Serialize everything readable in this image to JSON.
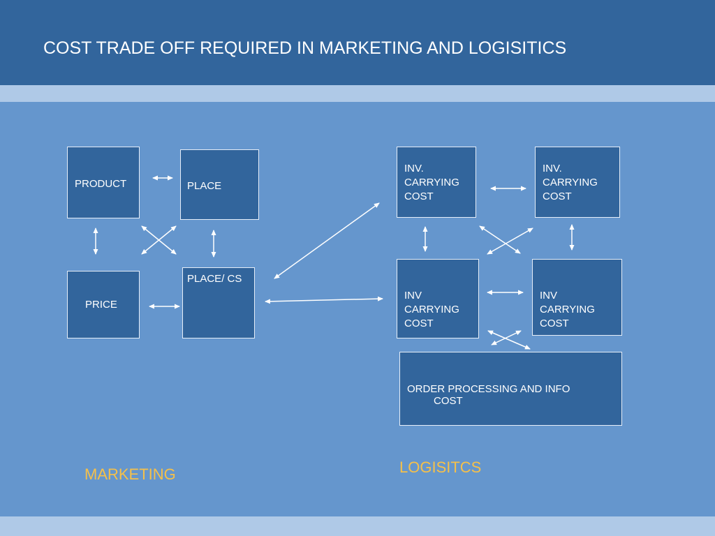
{
  "slide": {
    "title": "COST TRADE OFF REQUIRED IN MARKETING AND LOGISITICS"
  },
  "marketing": {
    "label": "MARKETING",
    "product": "PRODUCT",
    "place": "PLACE",
    "price": "PRICE",
    "place_cs": "PLACE/ CS"
  },
  "logistics": {
    "label": "LOGISITCS",
    "inv_top_left": "INV.\nCARRYING\nCOST",
    "inv_top_right": "INV.\nCARRYING\nCOST",
    "inv_mid_left": "INV\nCARRYING\nCOST",
    "inv_mid_right": "INV\nCARRYING\nCOST",
    "order_processing_line1": "ORDER PROCESSING AND INFO",
    "order_processing_line2": "COST"
  },
  "colors": {
    "background": "#6596cd",
    "header": "#32659c",
    "band": "#afc9e7",
    "box": "#32659c",
    "label_accent": "#f5c04a"
  }
}
